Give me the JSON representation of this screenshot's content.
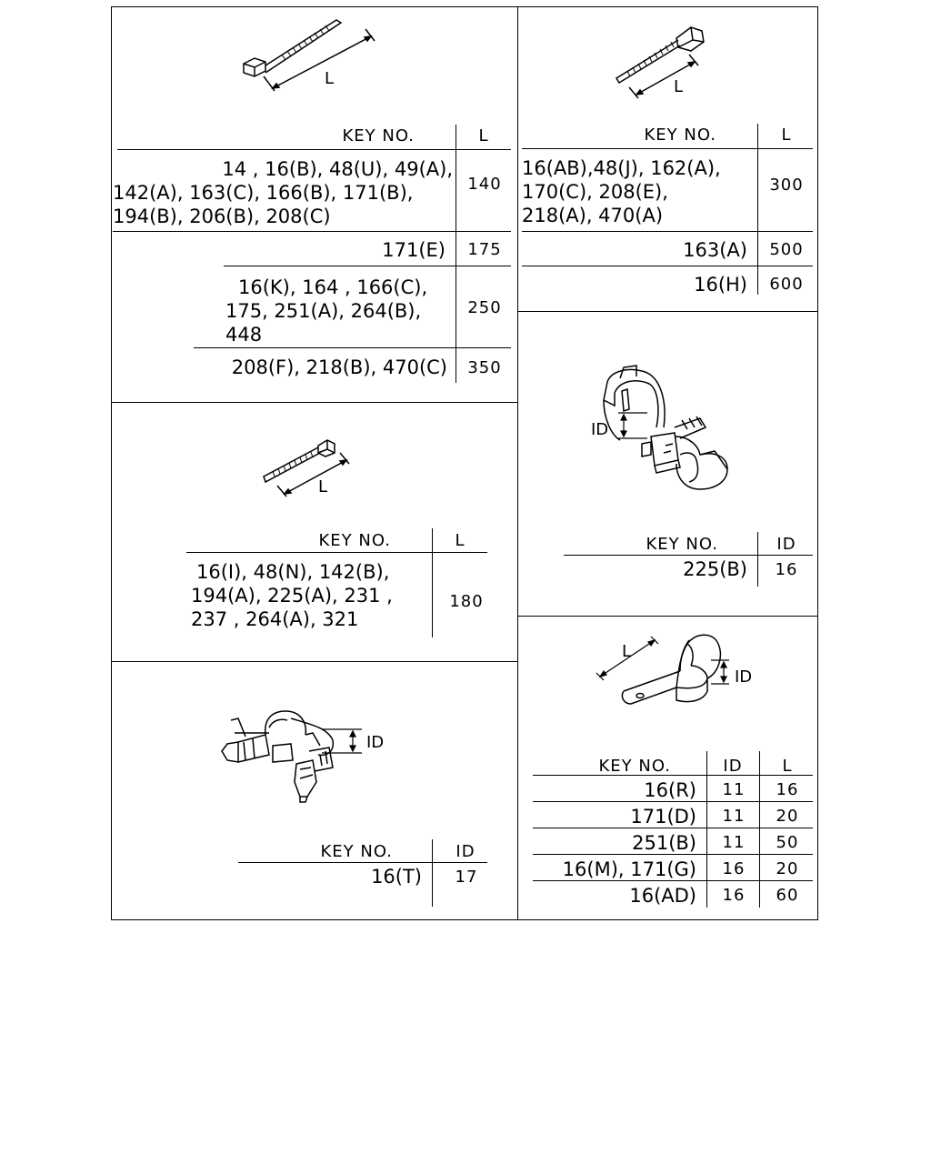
{
  "headers": {
    "key_no": "KEY NO.",
    "l": "L",
    "id": "ID"
  },
  "diagram_labels": {
    "l": "L",
    "id": "ID"
  },
  "panel1": {
    "rows": [
      {
        "key_lines": [
          "14 , 16(B), 48(U), 49(A),",
          "142(A), 163(C), 166(B), 171(B),",
          "194(B), 206(B), 208(C)"
        ],
        "l": "140"
      },
      {
        "key_lines": [
          "171(E)"
        ],
        "l": "175"
      },
      {
        "key_lines": [
          "16(K), 164 , 166(C),",
          "175, 251(A), 264(B),",
          "448"
        ],
        "l": "250"
      },
      {
        "key_lines": [
          "208(F), 218(B), 470(C)"
        ],
        "l": "350"
      }
    ]
  },
  "panel2": {
    "rows": [
      {
        "key_lines": [
          "16(AB),48(J), 162(A),",
          "170(C), 208(E),",
          "218(A), 470(A)"
        ],
        "l": "300"
      },
      {
        "key_lines": [
          "163(A)"
        ],
        "l": "500"
      },
      {
        "key_lines": [
          "16(H)"
        ],
        "l": "600"
      }
    ]
  },
  "panel3": {
    "rows": [
      {
        "key_lines": [
          "16(I), 48(N), 142(B),",
          "194(A), 225(A), 231 ,",
          "237 , 264(A), 321"
        ],
        "l": "180"
      }
    ]
  },
  "panel4": {
    "rows": [
      {
        "key": "225(B)",
        "id": "16"
      }
    ]
  },
  "panel5": {
    "rows": [
      {
        "key": "16(T)",
        "id": "17"
      }
    ]
  },
  "panel6": {
    "rows": [
      {
        "key": "16(R)",
        "id": "11",
        "l": "16"
      },
      {
        "key": "171(D)",
        "id": "11",
        "l": "20"
      },
      {
        "key": "251(B)",
        "id": "11",
        "l": "50"
      },
      {
        "key": "16(M), 171(G)",
        "id": "16",
        "l": "20"
      },
      {
        "key": "16(AD)",
        "id": "16",
        "l": "60"
      }
    ]
  }
}
